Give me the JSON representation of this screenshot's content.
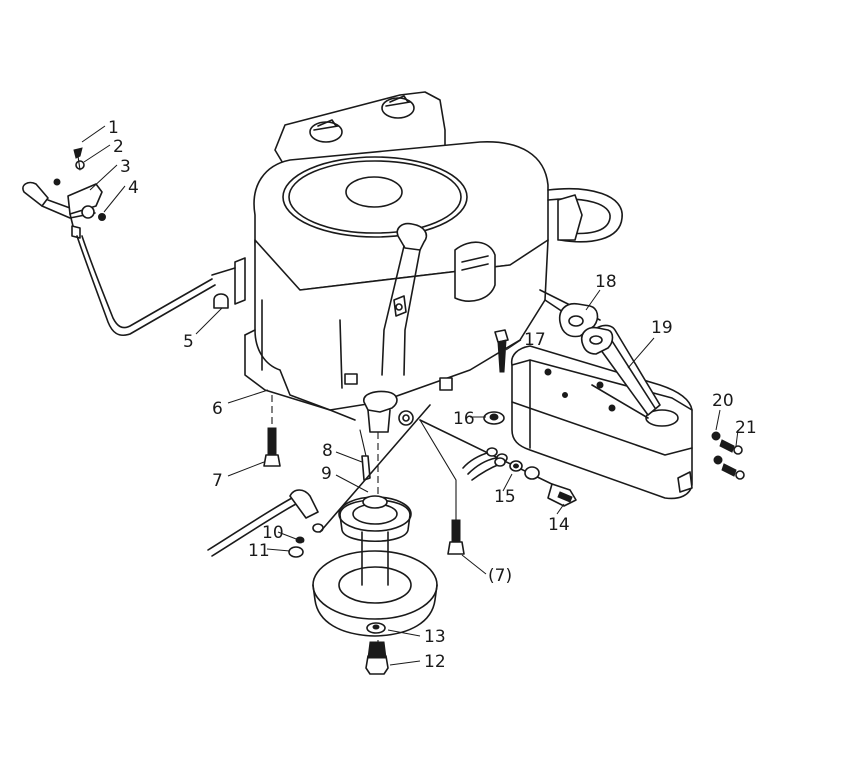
{
  "diagram": {
    "kind": "exploded parts diagram",
    "callouts": [
      {
        "id": "c1",
        "text": "1"
      },
      {
        "id": "c2",
        "text": "2"
      },
      {
        "id": "c3",
        "text": "3"
      },
      {
        "id": "c4",
        "text": "4"
      },
      {
        "id": "c5",
        "text": "5"
      },
      {
        "id": "c6",
        "text": "6"
      },
      {
        "id": "c7",
        "text": "7"
      },
      {
        "id": "c7b",
        "text": "(7)"
      },
      {
        "id": "c8",
        "text": "8"
      },
      {
        "id": "c9",
        "text": "9"
      },
      {
        "id": "c10",
        "text": "10"
      },
      {
        "id": "c11",
        "text": "11"
      },
      {
        "id": "c12",
        "text": "12"
      },
      {
        "id": "c13",
        "text": "13"
      },
      {
        "id": "c14",
        "text": "14"
      },
      {
        "id": "c15",
        "text": "15"
      },
      {
        "id": "c16",
        "text": "16"
      },
      {
        "id": "c17",
        "text": "17"
      },
      {
        "id": "c18",
        "text": "18"
      },
      {
        "id": "c19",
        "text": "19"
      },
      {
        "id": "c20",
        "text": "20"
      },
      {
        "id": "c21",
        "text": "21"
      }
    ]
  },
  "colors": {
    "line": "#1a1a1a",
    "background": "#ffffff"
  }
}
